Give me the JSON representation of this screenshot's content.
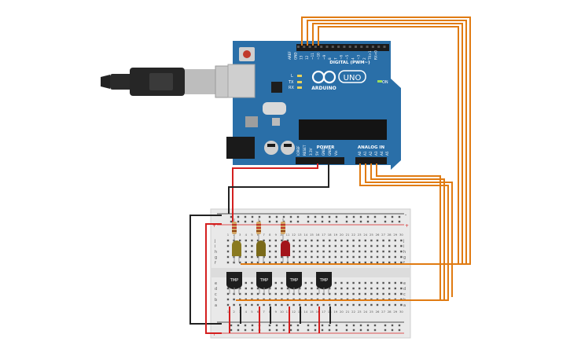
{
  "board": {
    "brand": "ARDUINO",
    "model": "UNO",
    "digital_label": "DIGITAL (PWM~)",
    "power_label": "POWER",
    "analog_label": "ANALOG IN",
    "on_label": "ON",
    "l_label": "L",
    "tx_label": "TX",
    "rx_label": "RX",
    "digital_pins": [
      "AREF",
      "GND",
      "13",
      "12",
      "~11",
      "~10",
      "~9",
      "8",
      "7",
      "~6",
      "~5",
      "4",
      "~3",
      "2",
      "TX>1",
      "RX<0"
    ],
    "power_pins": [
      "IOREF",
      "RESET",
      "3.3V",
      "5V",
      "GND",
      "GND",
      "Vin"
    ],
    "analog_pins": [
      "A0",
      "A1",
      "A2",
      "A3",
      "A4",
      "A5"
    ]
  },
  "breadboard": {
    "row_letters_top": [
      "j",
      "i",
      "h",
      "g",
      "f"
    ],
    "row_letters_bottom": [
      "e",
      "d",
      "c",
      "b",
      "a"
    ],
    "columns": [
      "1",
      "2",
      "3",
      "4",
      "5",
      "6",
      "7",
      "8",
      "9",
      "10",
      "11",
      "12",
      "13",
      "14",
      "15",
      "16",
      "17",
      "18",
      "19",
      "20",
      "21",
      "22",
      "23",
      "24",
      "25",
      "26",
      "27",
      "28",
      "29",
      "30"
    ],
    "rail_minus": "-",
    "rail_plus": "+"
  },
  "sensor_label": "TMP",
  "colors": {
    "board": "#2a6fa8",
    "board_dark": "#1d5585",
    "wire_orange": "#e07b12",
    "wire_red": "#d41f1f",
    "wire_black": "#222222",
    "breadboard": "#e9e9e9",
    "led_yellow": "#8a7a20",
    "led_olive": "#7a6a1a",
    "led_red": "#a3141a",
    "sensor": "#1e1e1e"
  },
  "components": {
    "leds": [
      "yellow",
      "olive",
      "red"
    ],
    "sensors": 4,
    "resistors": 3
  }
}
